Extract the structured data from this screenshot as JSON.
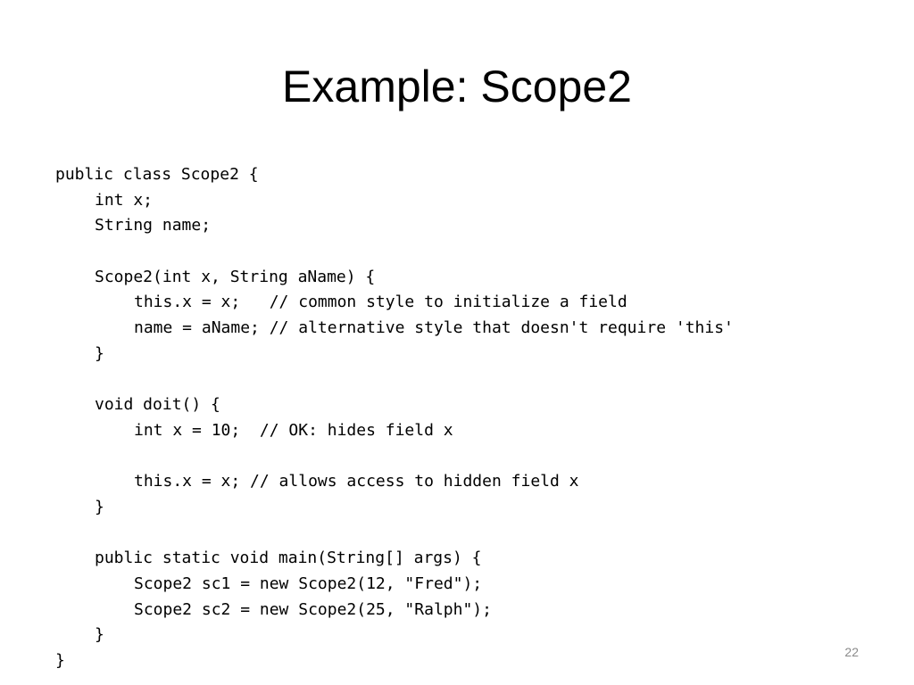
{
  "slide": {
    "title": "Example: Scope2",
    "page_number": "22"
  },
  "code": [
    "public class Scope2 {",
    "int x;",
    "String name;",
    "",
    "Scope2(int x, String aName) {",
    "this.x = x;   // common style to initialize a field",
    "name = aName; // alternative style that doesn't require 'this'",
    "}",
    "",
    "void doit() {",
    "int x = 10;  // OK: hides field x",
    "",
    "this.x = x; // allows access to hidden field x",
    "}",
    "",
    "public static void main(String[] args) {",
    "Scope2 sc1 = new Scope2(12, \"Fred\");",
    "Scope2 sc2 = new Scope2(25, \"Ralph\");",
    "}",
    "}"
  ]
}
